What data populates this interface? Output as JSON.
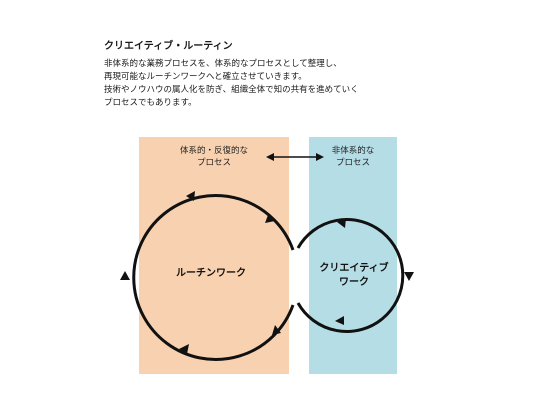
{
  "intro": {
    "title": "クリエイティブ・ルーティン",
    "lines": [
      "非体系的な業務プロセスを、体系的なプロセスとして整理し、",
      "再現可能なルーチンワークへと確立させていきます。",
      "技術やノウハウの属人化を防ぎ、組織全体で知の共有を進めていく",
      "プロセスでもあります。"
    ]
  },
  "diagram": {
    "left_panel": {
      "label_line1": "体系的・反復的な",
      "label_line2": "プロセス",
      "color": "#f8d2b0"
    },
    "right_panel": {
      "label_line1": "非体系的な",
      "label_line2": "プロセス",
      "color": "#b5dde6"
    },
    "big_cycle_label": "ルーチンワーク",
    "small_cycle_label_line1": "クリエイティブ",
    "small_cycle_label_line2": "ワーク",
    "stroke_color": "#111111"
  }
}
